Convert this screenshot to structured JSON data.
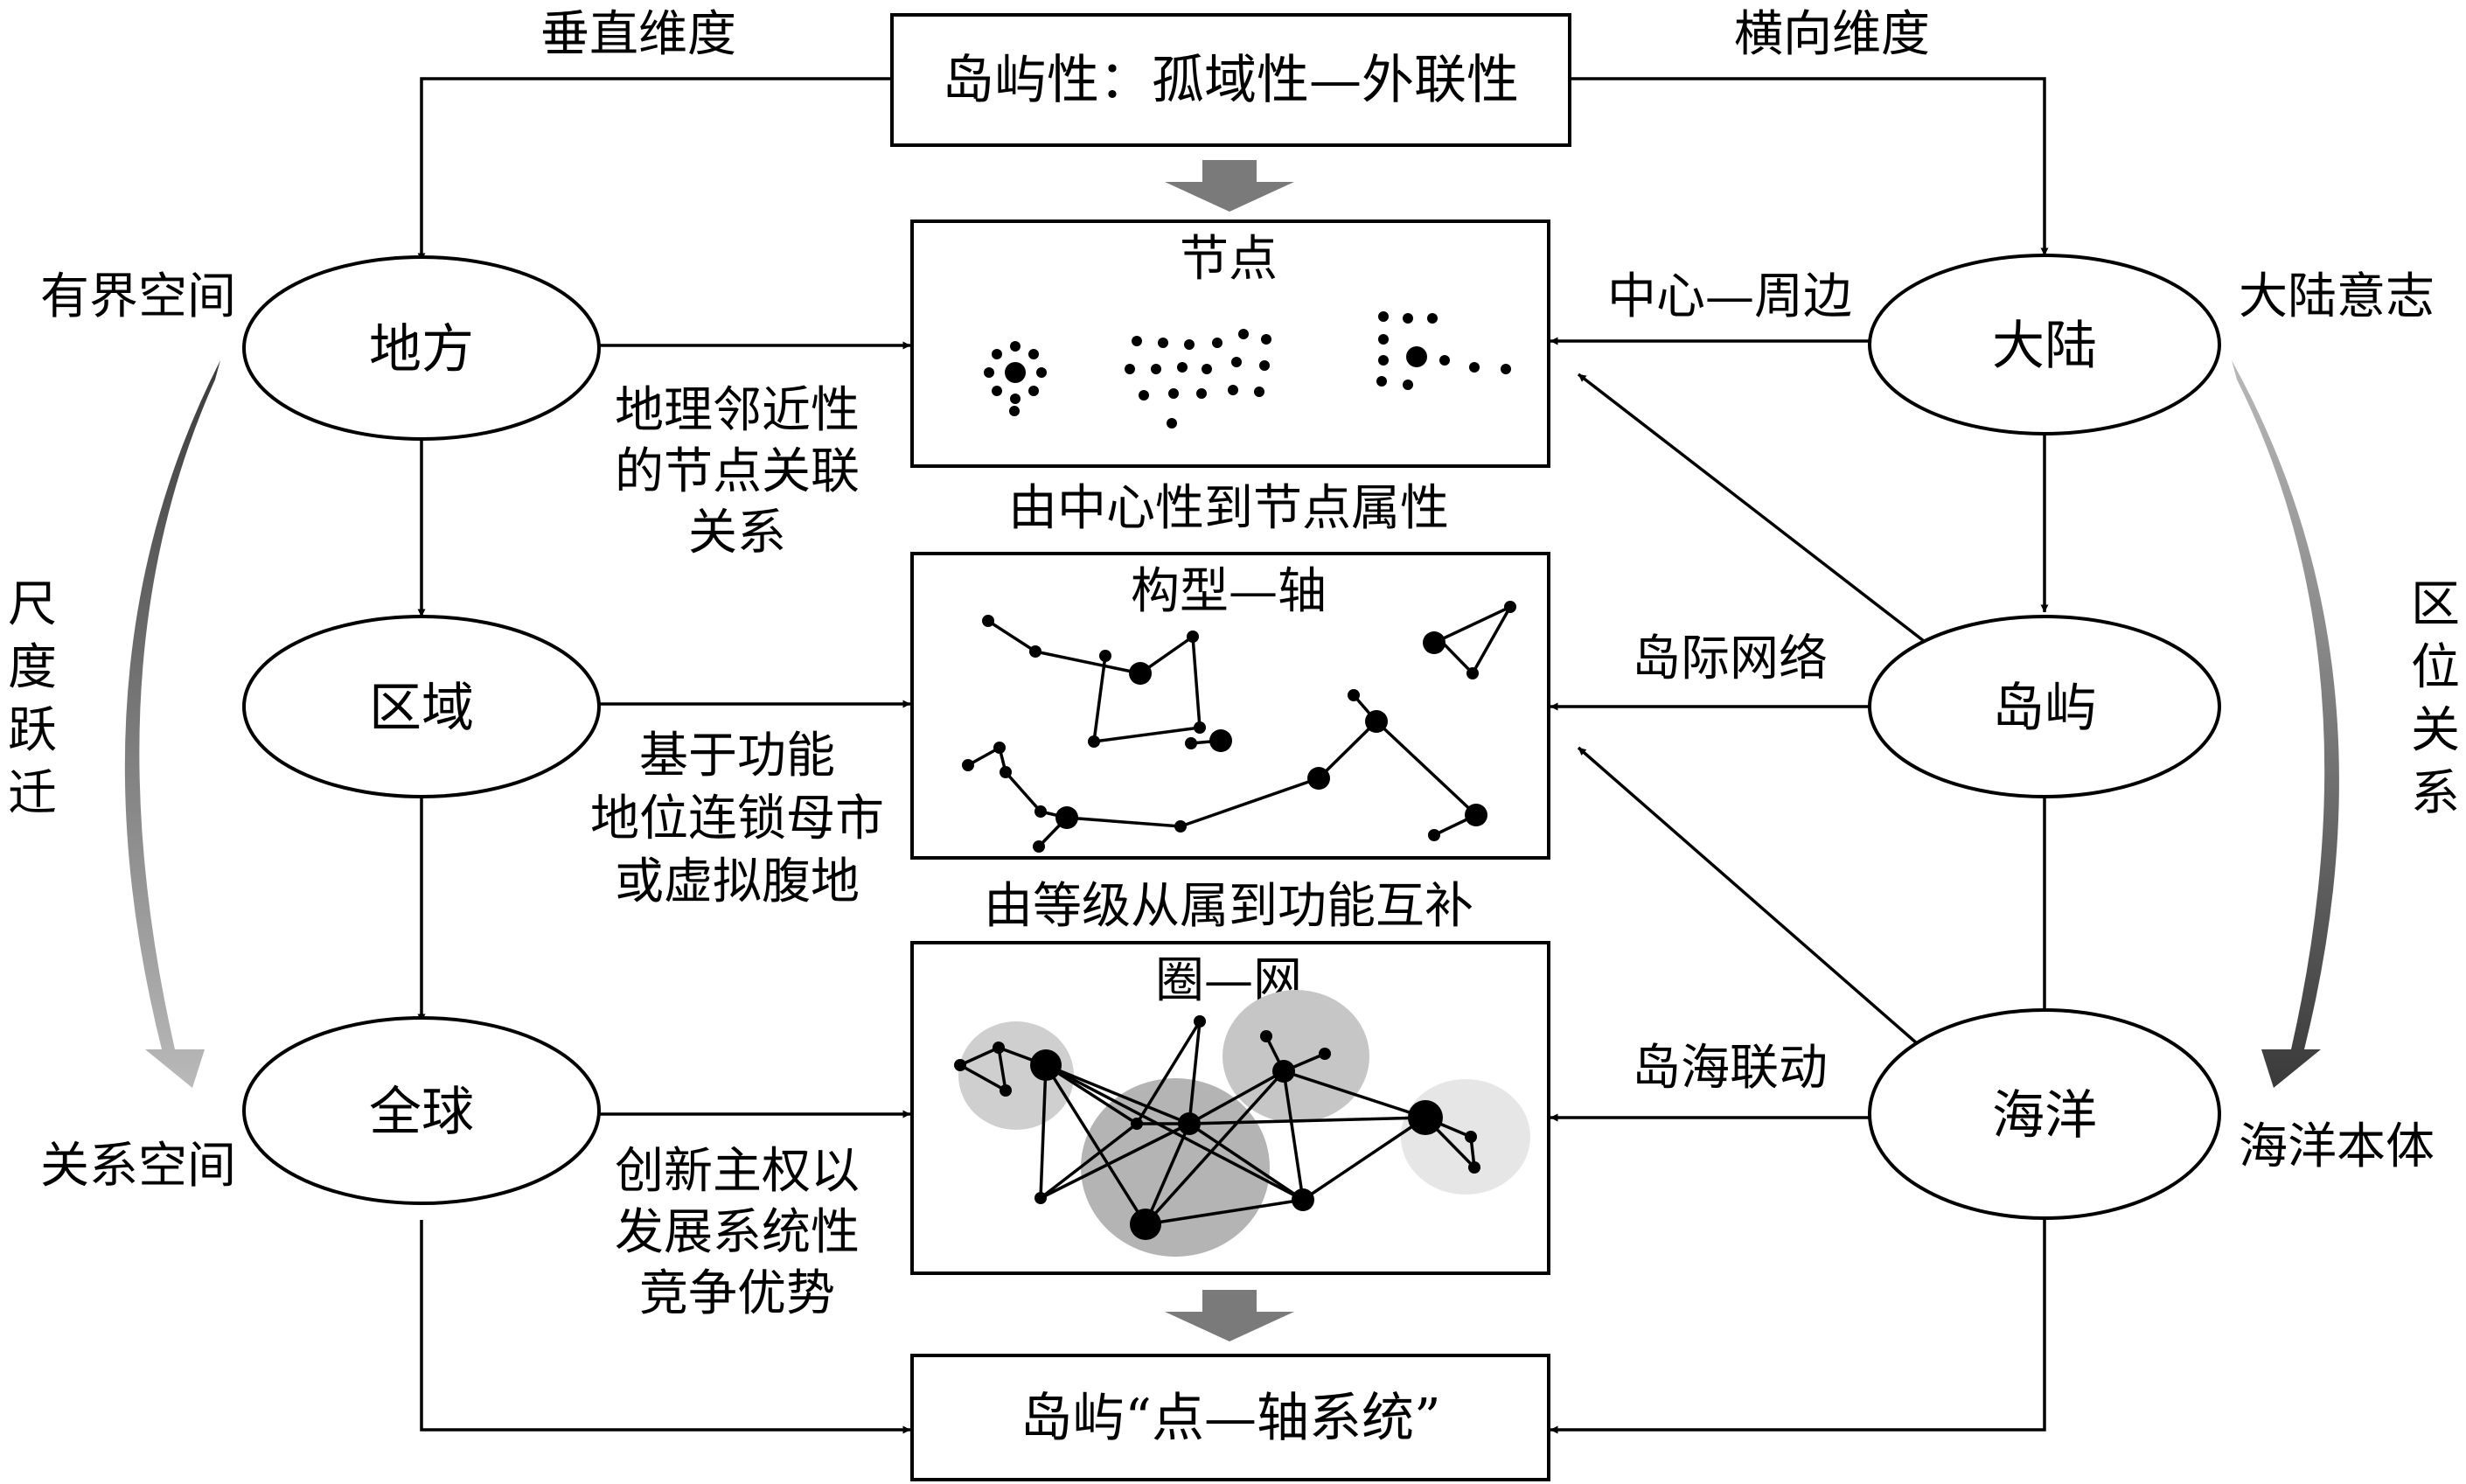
{
  "top": {
    "title": "岛屿性：孤域性—外联性",
    "vertical_label": "垂直维度",
    "horizontal_label": "横向维度"
  },
  "left_nodes": {
    "place": "地方",
    "region": "区域",
    "global": "全球"
  },
  "right_nodes": {
    "mainland": "大陆",
    "island": "岛屿",
    "ocean": "海洋"
  },
  "outer_labels": {
    "bounded_space": "有界空间",
    "relational_space": "关系空间",
    "mainland_will": "大陆意志",
    "ocean_ontology": "海洋本体",
    "scale_leap": [
      "尺",
      "度",
      "跃",
      "迁"
    ],
    "location_relation": [
      "区",
      "位",
      "关",
      "系"
    ]
  },
  "left_annotations": {
    "geo_proximity": [
      "地理邻近性",
      "的节点关联",
      "关系"
    ],
    "function_chain": [
      "基于功能",
      "地位连锁母市",
      "或虚拟腹地"
    ],
    "innovation": [
      "创新主权以",
      "发展系统性",
      "竞争优势"
    ]
  },
  "right_annotations": {
    "center_periphery": "中心—周边",
    "inter_island": "岛际网络",
    "island_sea": "岛海联动"
  },
  "panels": {
    "nodes": {
      "title": "节点",
      "caption": "由中心性到节点属性"
    },
    "axis": {
      "title": "构型—轴",
      "caption": "由等级从属到功能互补"
    },
    "network": {
      "title": "圈—网"
    }
  },
  "bottom": {
    "title": "岛屿“点—轴系统”"
  }
}
